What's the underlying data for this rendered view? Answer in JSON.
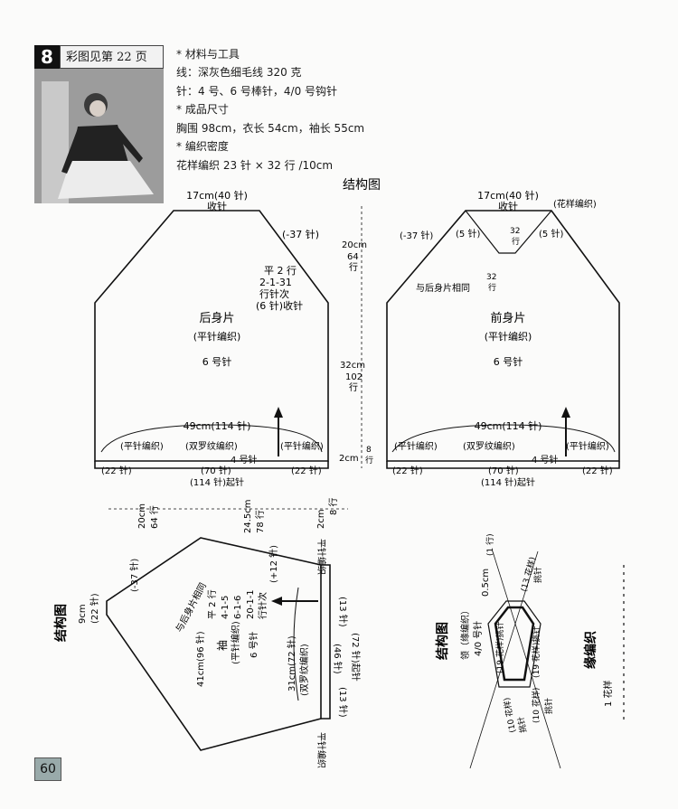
{
  "pattern": {
    "number": "8",
    "color_page_ref": "彩图见第 22 页"
  },
  "specs": {
    "materials_heading": "* 材料与工具",
    "yarn": "线：深灰色细毛线 320 克",
    "needles": "针：4 号、6 号棒针，4/0 号钩针",
    "size_heading": "* 成品尺寸",
    "size": "胸围 98cm，衣长 54cm，袖长 55cm",
    "gauge_heading": "* 编织密度",
    "gauge": "花样编织 23 针 × 32 行 /10cm"
  },
  "diagrams": {
    "structure_title": "结构图",
    "back": {
      "top_width": "17cm(40 针)",
      "top_bind": "收针",
      "shoulder": "(-37 针)",
      "raglan_1": "平 2 行",
      "raglan_2": "2-1-31",
      "raglan_3": "行针次",
      "raglan_4": "(6 针)收针",
      "height_top": "20cm",
      "height_top_rows_a": "64",
      "height_top_rows_b": "行",
      "name": "后身片",
      "stitch": "(平针编织)",
      "needle": "6 号针",
      "height_body": "32cm",
      "height_body_rows_a": "102",
      "height_body_rows_b": "行",
      "width": "49cm(114 针)",
      "rib_left": "(平针编织)",
      "rib_mid": "(双罗纹编织)",
      "rib_right": "(平针编织)",
      "rib_needle": "4 号针",
      "rib_height": "2cm",
      "rib_rows_a": "8",
      "rib_rows_b": "行",
      "count_left": "(22 针)",
      "count_mid": "(70 针)",
      "count_right": "(22 针)",
      "cast_on": "(114 针)起针"
    },
    "front": {
      "top_width": "17cm(40 针)",
      "top_bind": "收针",
      "pattern_note": "(花样编织)",
      "shoulder": "(-37 针)",
      "side_left": "(5 针)",
      "side_right": "(5 针)",
      "center_a": "32",
      "center_b": "行",
      "center_c": "32",
      "center_d": "行",
      "same_as_back": "与后身片相同",
      "name": "前身片",
      "stitch": "(平针编织)",
      "needle": "6 号针",
      "width": "49cm(114 针)",
      "rib_left": "(平针编织)",
      "rib_mid": "(双罗纹编织)",
      "rib_right": "(平针编织)",
      "rib_needle": "4 号针",
      "count_left": "(22 针)",
      "count_mid": "(70 针)",
      "count_right": "(22 针)",
      "cast_on": "(114 针)起针"
    },
    "sleeve": {
      "title": "结构图",
      "height_a": "20cm",
      "height_a_rows": "64 行",
      "height_b": "24.5cm",
      "height_b_rows": "78 行",
      "cuff_h": "2cm",
      "cuff_rows": "8 行",
      "cuff_pattern": "平针编织",
      "dec": "(-37 针)",
      "top_width": "9cm",
      "top_count": "(22 针)",
      "same_as_back": "与后身片相同",
      "inc_1": "平 2 行",
      "inc_2": "4-1-5",
      "inc_3": "6-1-6",
      "inc_4": "20-1-1",
      "inc_5": "行针次",
      "inc_total": "(+12 针)",
      "name": "袖",
      "stitch": "(平针编织)",
      "needle": "6 号针",
      "length": "41cm(96 针)",
      "cuff_len": "31cm(72 针)",
      "cuff_stitch": "(双罗纹编织)",
      "count_13a": "(13 针)",
      "count_46": "(46 针)",
      "count_13b": "(13 针)",
      "cast_on": "(72 针)起针",
      "bottom_pattern": "平针编织"
    },
    "collar": {
      "title": "结构图",
      "label_a": "领（缘编织）",
      "label_b": "4/0 号针",
      "height": "0.5cm",
      "rows": "(1 行)",
      "pick_13_right": "(13 花样)",
      "pick_13_label": "挑针",
      "pick_19_left": "(19 花样)挑针",
      "pick_19_right": "(19 花样)挑针",
      "pick_10_left": "(10 花样)",
      "pick_10_left_label": "挑针",
      "pick_10_right": "(10 花样)",
      "pick_10_right_label": "挑针"
    },
    "edging": {
      "title": "缘编织",
      "repeat": "1 花样"
    }
  },
  "page_number": "60"
}
